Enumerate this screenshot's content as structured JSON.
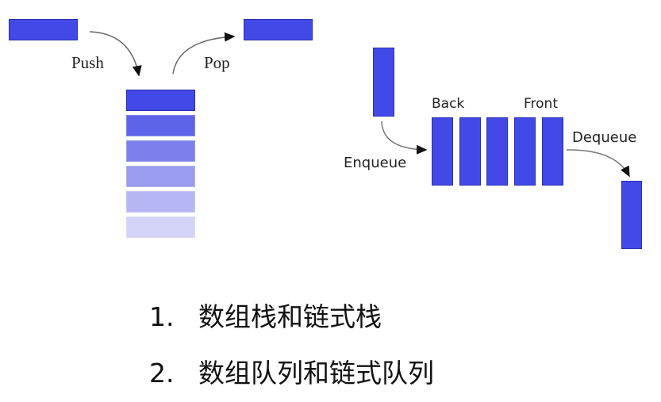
{
  "stack_diagram": {
    "push_label": "Push",
    "pop_label": "Pop",
    "color": "#4249e6"
  },
  "queue_diagram": {
    "back_label": "Back",
    "front_label": "Front",
    "enqueue_label": "Enqueue",
    "dequeue_label": "Dequeue",
    "color": "#4249e6"
  },
  "list": [
    {
      "num": "1.",
      "text": "数组栈和链式栈"
    },
    {
      "num": "2.",
      "text": "数组队列和链式队列"
    }
  ]
}
